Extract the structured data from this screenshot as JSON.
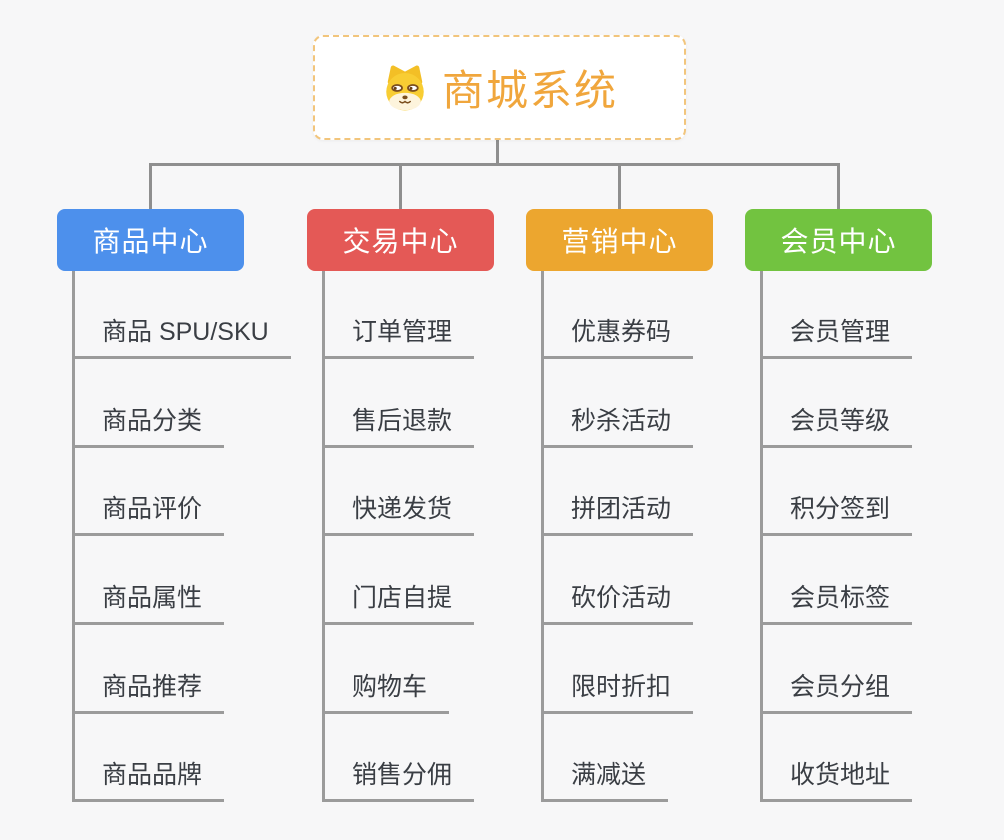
{
  "page": {
    "background_color": "#f7f7f8",
    "connector_color": "#8f8f8f",
    "leaf_line_color": "#9b9b9b"
  },
  "root": {
    "title": "商城系统",
    "icon": "dog-face-icon",
    "title_color": "#f0a63c",
    "border_color": "#f2c57c"
  },
  "branches": [
    {
      "label": "商品中心",
      "color": "#4d90ec",
      "children": [
        "商品 SPU/SKU",
        "商品分类",
        "商品评价",
        "商品属性",
        "商品推荐",
        "商品品牌"
      ]
    },
    {
      "label": "交易中心",
      "color": "#e45956",
      "children": [
        "订单管理",
        "售后退款",
        "快递发货",
        "门店自提",
        "购物车",
        "销售分佣"
      ]
    },
    {
      "label": "营销中心",
      "color": "#eca62f",
      "children": [
        "优惠券码",
        "秒杀活动",
        "拼团活动",
        "砍价活动",
        "限时折扣",
        "满减送"
      ]
    },
    {
      "label": "会员中心",
      "color": "#72c340",
      "children": [
        "会员管理",
        "会员等级",
        "积分签到",
        "会员标签",
        "会员分组",
        "收货地址"
      ]
    }
  ]
}
